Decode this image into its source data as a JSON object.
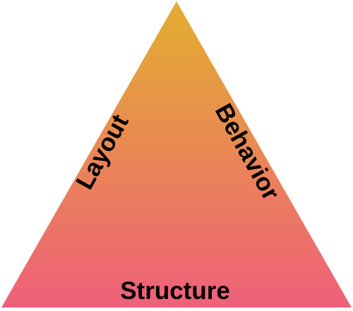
{
  "triangle": {
    "top_color": "#E3AE2F",
    "bottom_color": "#EF607A",
    "labels": {
      "left": "Layout",
      "right": "Behavior",
      "bottom": "Structure"
    }
  }
}
